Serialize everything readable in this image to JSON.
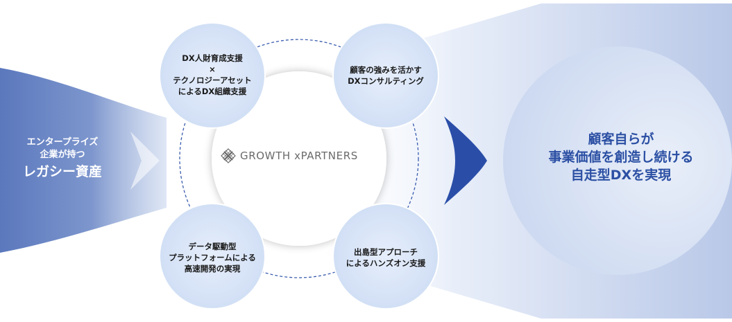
{
  "left_block": {
    "line1": "エンタープライズ",
    "line2": "企業が持つ",
    "line3": "レガシー資産"
  },
  "logo": {
    "brand": "GROWTH xPARTNERS"
  },
  "circles": {
    "top_left": [
      "DX人財育成支援",
      "×",
      "テクノロジーアセット",
      "によるDX組織支援"
    ],
    "top_right": [
      "顧客の強みを活かす",
      "DXコンサルティング"
    ],
    "bottom_left": [
      "データ駆動型",
      "プラットフォームによる",
      "高速開発の実現"
    ],
    "bottom_right": [
      "出島型アプローチ",
      "によるハンズオン支援"
    ]
  },
  "right_block": {
    "line1": "顧客自らが",
    "line2": "事業価値を創造し続ける",
    "line3": "自走型DXを実現"
  },
  "colors": {
    "primary_blue": "#2b4fa3",
    "circle_fill": "#d9e5f8",
    "arrow_dark": "#2a4ea8"
  },
  "icons": [
    "xpartners-logo-icon",
    "chevron-right-icon",
    "arrow-right-icon"
  ]
}
